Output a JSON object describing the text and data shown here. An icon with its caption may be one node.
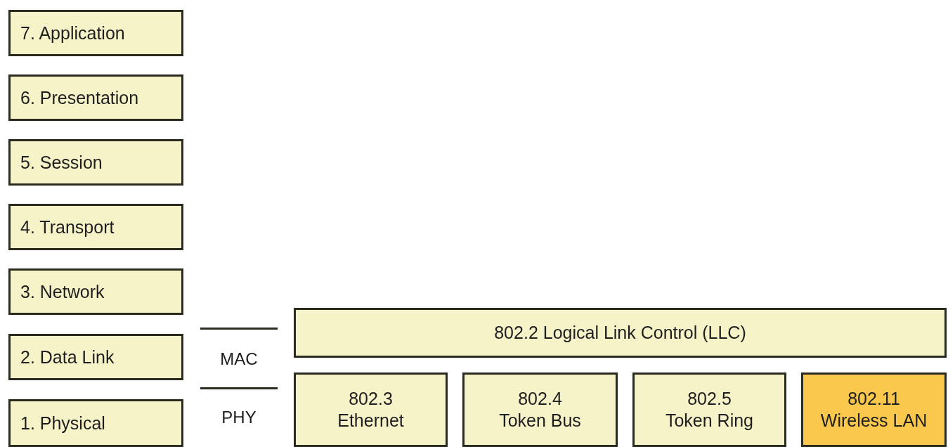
{
  "diagram": {
    "nodes": [
      {
        "text": [
          "7. Application"
        ]
      },
      {
        "text": [
          "6. Presentation"
        ]
      },
      {
        "text": [
          "5. Session"
        ]
      },
      {
        "text": [
          "4. Transport"
        ]
      },
      {
        "text": [
          "3. Network"
        ]
      },
      {
        "text": [
          "2. Data Link"
        ]
      },
      {
        "text": [
          "1. Physical"
        ]
      },
      {
        "text": [
          "802.2 Logical Link Control (LLC)"
        ]
      },
      {
        "text": [
          "802.3",
          "Ethernet"
        ]
      },
      {
        "text": [
          "802.4",
          "Token Bus"
        ]
      },
      {
        "text": [
          "802.5",
          "Token Ring"
        ]
      },
      {
        "text": [
          "802.11",
          "Wireless LAN"
        ]
      }
    ],
    "labels": [
      "MAC",
      "PHY"
    ]
  }
}
